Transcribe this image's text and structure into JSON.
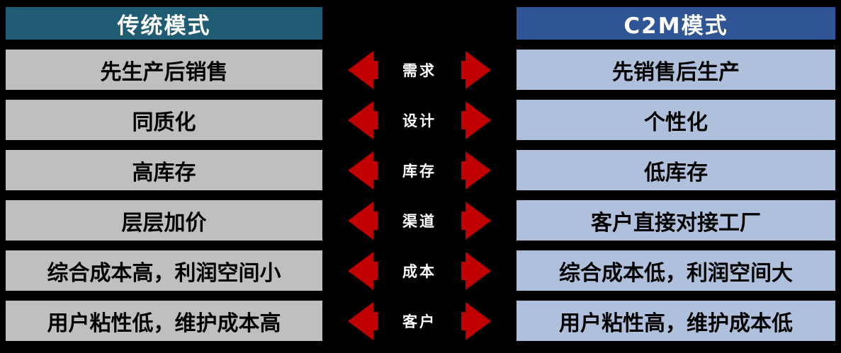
{
  "headers": {
    "left": "传统模式",
    "right": "C2M模式"
  },
  "rows": [
    {
      "left": "先生产后销售",
      "dimension": "需求",
      "right": "先销售后生产"
    },
    {
      "left": "同质化",
      "dimension": "设计",
      "right": "个性化"
    },
    {
      "left": "高库存",
      "dimension": "库存",
      "right": "低库存"
    },
    {
      "left": "层层加价",
      "dimension": "渠道",
      "right": "客户直接对接工厂"
    },
    {
      "left": "综合成本高，利润空间小",
      "dimension": "成本",
      "right": "综合成本低，利润空间大"
    },
    {
      "left": "用户粘性低，维护成本高",
      "dimension": "客户",
      "right": "用户粘性高，维护成本低"
    }
  ],
  "colors": {
    "background": "#000000",
    "left_header_bg": "#1F5C73",
    "right_header_bg": "#2F5597",
    "left_cell_bg": "#BFBFBF",
    "right_cell_bg": "#AFC0DC",
    "arrow_red": "#C00000",
    "label_bg": "#000000",
    "label_text": "#FFFFFF",
    "header_text": "#FFFFFF",
    "cell_text": "#000000"
  }
}
